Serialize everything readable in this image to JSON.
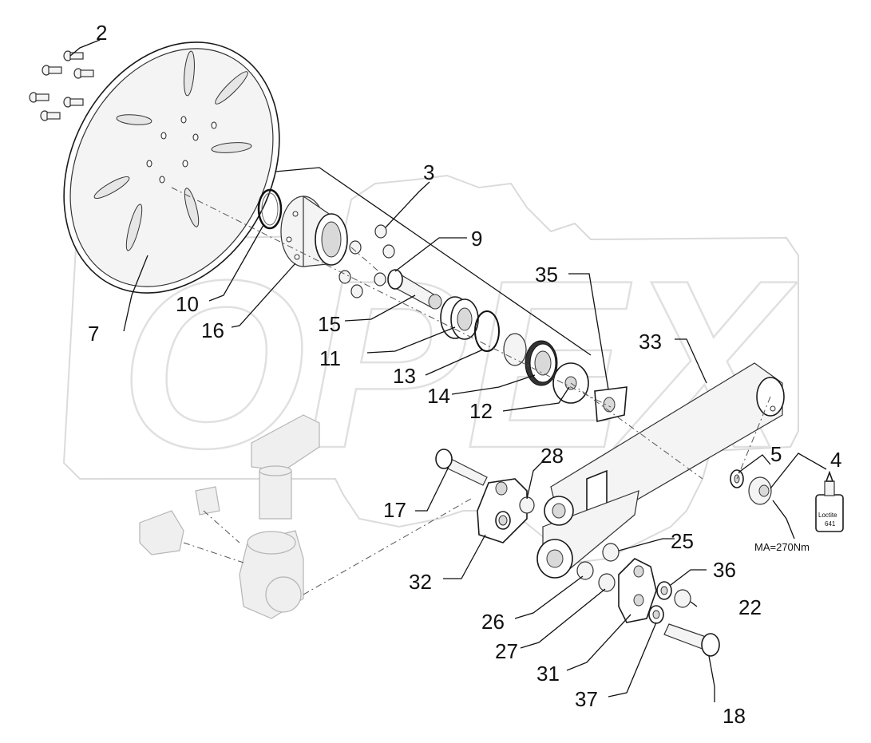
{
  "diagram": {
    "callouts": [
      {
        "id": "2",
        "label": "2"
      },
      {
        "id": "3",
        "label": "3"
      },
      {
        "id": "4",
        "label": "4"
      },
      {
        "id": "5",
        "label": "5"
      },
      {
        "id": "7",
        "label": "7"
      },
      {
        "id": "9",
        "label": "9"
      },
      {
        "id": "10",
        "label": "10"
      },
      {
        "id": "11",
        "label": "11"
      },
      {
        "id": "12",
        "label": "12"
      },
      {
        "id": "13",
        "label": "13"
      },
      {
        "id": "14",
        "label": "14"
      },
      {
        "id": "15",
        "label": "15"
      },
      {
        "id": "16",
        "label": "16"
      },
      {
        "id": "17",
        "label": "17"
      },
      {
        "id": "18",
        "label": "18"
      },
      {
        "id": "22",
        "label": "22"
      },
      {
        "id": "25",
        "label": "25"
      },
      {
        "id": "26",
        "label": "26"
      },
      {
        "id": "27",
        "label": "27"
      },
      {
        "id": "28",
        "label": "28"
      },
      {
        "id": "31",
        "label": "31"
      },
      {
        "id": "32",
        "label": "32"
      },
      {
        "id": "33",
        "label": "33"
      },
      {
        "id": "35",
        "label": "35"
      },
      {
        "id": "36",
        "label": "36"
      },
      {
        "id": "37",
        "label": "37"
      }
    ],
    "torque_note": "MA=270Nm",
    "adhesive_label_line1": "Loctite",
    "adhesive_label_line2": "641",
    "watermark_text": "OPEX"
  }
}
